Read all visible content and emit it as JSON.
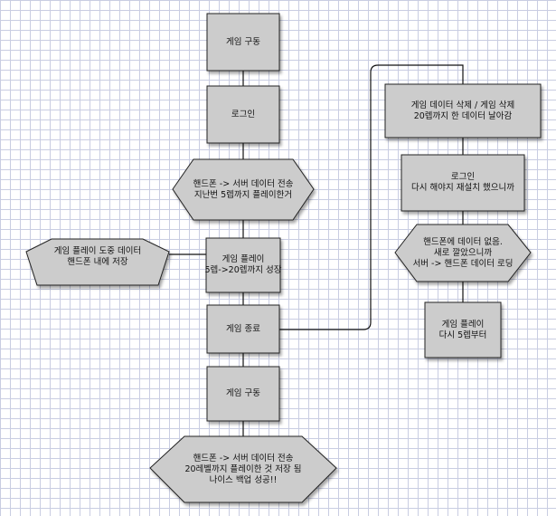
{
  "nodes": {
    "start_game": {
      "text": "게임 구동"
    },
    "login": {
      "text": "로그인"
    },
    "sync_to_server": {
      "text": "핸드폰 -> 서버 데이터 전송\n지난번 5렙까지 플레이한거"
    },
    "local_save": {
      "text": "게임 플레이 도중 데이터\n핸드폰 내에 저장"
    },
    "play_level_up": {
      "text": "게임 플레이\n5렙->20렙까지 성장"
    },
    "quit_game": {
      "text": "게임 종료"
    },
    "restart_game": {
      "text": "게임 구동"
    },
    "sync_backup": {
      "text": "핸드폰 -> 서버 데이터 전송\n20레벨까지 플레이한 것 저장 됨\n나이스 백업 성공!!"
    },
    "delete_data": {
      "text": "게임 데이터 삭제 / 게임 삭제\n20렙까지 한 데이터 날아감"
    },
    "relogin": {
      "text": "로그인\n다시 해야지 재설치 했으니까"
    },
    "no_data_load": {
      "text": "핸드폰에 데이터 없음.\n새로 깔았으니까\n서버 -> 핸드폰 데이터 로딩"
    },
    "play_again": {
      "text": "게임 플레이\n다시 5렙부터"
    }
  },
  "colors": {
    "fill": "#cccccc",
    "stroke": "#222222",
    "line": "#111111"
  }
}
